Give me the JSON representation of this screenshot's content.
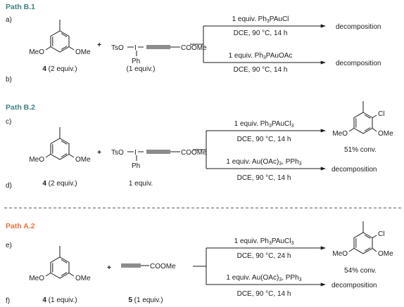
{
  "colors": {
    "path_b": "#3f7f7f",
    "path_a": "#e8733a",
    "ink": "#1a1a1a",
    "divider": "#555555"
  },
  "sections": [
    {
      "header": "Path B.1",
      "rows": [
        "a)",
        "b)"
      ],
      "substrate": {
        "label_num": "4",
        "label_txt": " (2 equiv.)",
        "ome_left": "MeO",
        "ome_right": "OMe"
      },
      "plus": "+",
      "reagent": {
        "tso": "TsO",
        "iodine": "I",
        "phenyl": "Ph",
        "ester": "COOMe",
        "equiv": "(1 equiv.)"
      },
      "conditions": [
        {
          "cat_main": "1 equiv. Ph",
          "cat_sub1": "3",
          "cat_tail": "PAuCl",
          "cat_sub2": "",
          "solvent": "DCE, 90 °C, 14 h",
          "outcome": "decomposition"
        },
        {
          "cat_main": "1 equiv. Ph",
          "cat_sub1": "3",
          "cat_tail": "PAuOAc",
          "cat_sub2": "",
          "solvent": "DCE, 90 °C, 14 h",
          "outcome": "decomposition"
        }
      ]
    },
    {
      "header": "Path B.2",
      "rows": [
        "c)",
        "d)"
      ],
      "substrate": {
        "label_num": "4",
        "label_txt": " (2 equiv.)",
        "ome_left": "MeO",
        "ome_right": "OMe"
      },
      "plus": "+",
      "reagent": {
        "tso": "TsO",
        "iodine": "I",
        "phenyl": "Ph",
        "ester": "COOMe",
        "equiv": "1 equiv."
      },
      "conditions": [
        {
          "cat_main": "1 equiv. Ph",
          "cat_sub1": "3",
          "cat_tail": "PAuCl",
          "cat_sub2": "3",
          "solvent": "DCE, 90 °C, 14 h",
          "product": {
            "cl": "Cl",
            "ome_left": "MeO",
            "ome_right": "OMe",
            "conv": "51% conv."
          }
        },
        {
          "cat_main": "1 equiv. Au(OAc)",
          "cat_sub1": "3",
          "cat_tail": ", PPh",
          "cat_sub2": "3",
          "solvent": "DCE, 90 °C, 14 h",
          "outcome": "decomposition"
        }
      ]
    },
    {
      "header": "Path A.2",
      "rows": [
        "e)",
        "f)"
      ],
      "substrate": {
        "label_num": "4",
        "label_txt": " (1 equiv.)",
        "ome_left": "MeO",
        "ome_right": "OMe"
      },
      "plus": "+",
      "reagent": {
        "ester": "COOMe",
        "label_num": "5",
        "label_txt": " (1 equiv.)"
      },
      "conditions": [
        {
          "cat_main": "1 equiv. Ph",
          "cat_sub1": "3",
          "cat_tail": "PAuCl",
          "cat_sub2": "3",
          "solvent": "DCE, 90 °C, 24 h",
          "product": {
            "cl": "Cl",
            "ome_left": "MeO",
            "ome_right": "OMe",
            "conv": "54% conv."
          }
        },
        {
          "cat_main": "1 equiv. Au(OAc)",
          "cat_sub1": "3",
          "cat_tail": ", PPh",
          "cat_sub2": "3",
          "solvent": "DCE, 90 °C, 14 h",
          "outcome": "decomposition"
        }
      ]
    }
  ]
}
